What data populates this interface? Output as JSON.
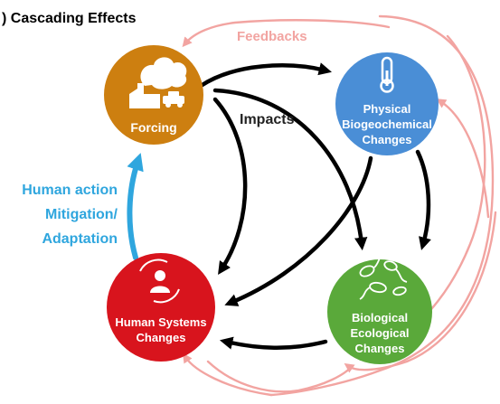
{
  "title": ") Cascading Effects",
  "labels": {
    "feedbacks": "Feedbacks",
    "impacts": "Impacts",
    "human_action": [
      "Human action",
      "Mitigation/",
      "Adaptation"
    ]
  },
  "nodes": {
    "forcing": {
      "label": [
        "Forcing"
      ],
      "color": "#cd7f10",
      "icon": "factory-car-smoke-icon"
    },
    "physical": {
      "label": [
        "Physical",
        "Biogeochemical",
        "Changes"
      ],
      "color": "#4a8ed6",
      "icon": "thermometer-icon"
    },
    "human": {
      "label": [
        "Human Systems",
        "Changes"
      ],
      "color": "#d8141d",
      "icon": "person-cycle-icon"
    },
    "biological": {
      "label": [
        "Biological",
        "Ecological",
        "Changes"
      ],
      "color": "#5aa93a",
      "icon": "microbes-icon"
    }
  },
  "colors": {
    "impacts_arrows": "#000000",
    "feedback_arrows": "#f2a4a1",
    "feedbacks_text": "#f2a4a1",
    "human_action_arrow": "#2fa6de",
    "human_action_text": "#2fa6de",
    "title_text": "#000000"
  }
}
